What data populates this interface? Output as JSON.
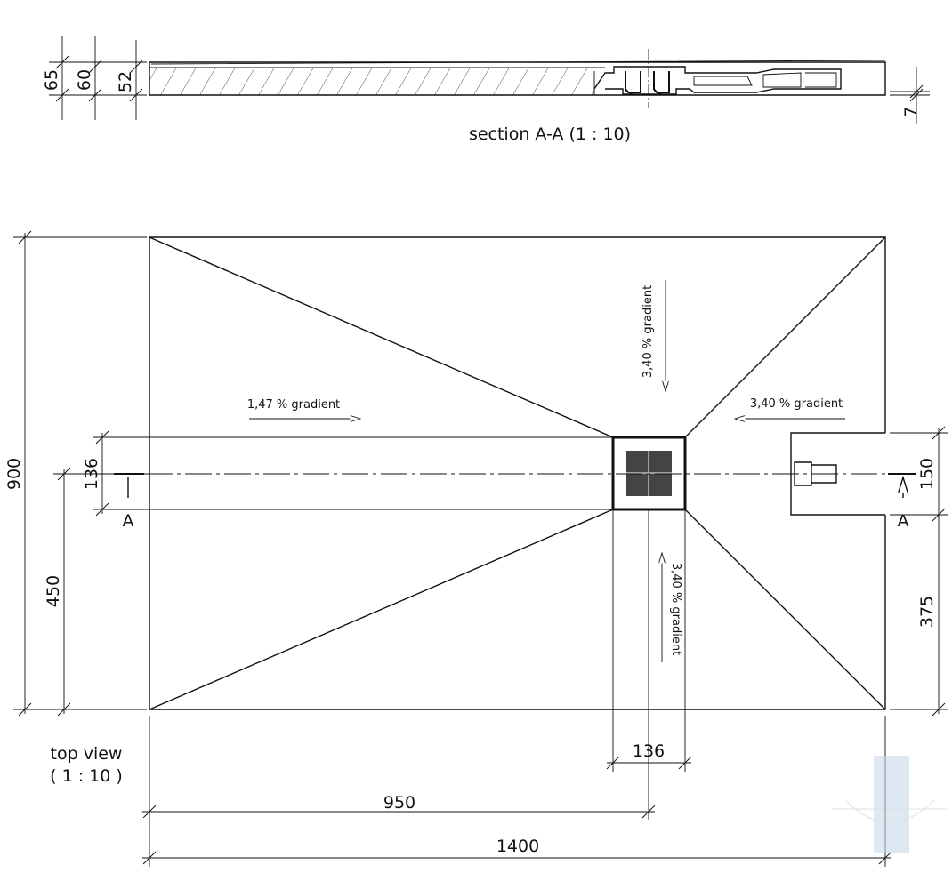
{
  "section": {
    "caption": "section A-A (1 : 10)",
    "dims": {
      "total_height": "65",
      "height_60": "60",
      "height_52": "52",
      "waste_offset": "7"
    }
  },
  "top_view": {
    "caption_line1": "top view",
    "caption_line2": "( 1 : 10 )",
    "dims": {
      "width_total": "900",
      "half_width": "450",
      "drain_left": "136",
      "waste_width": "150",
      "waste_offset": "375",
      "drain_bottom": "136",
      "drain_center": "950",
      "length_total": "1400"
    },
    "gradients": {
      "left": "1,47 % gradient",
      "top": "3,40 % gradient",
      "right": "3,40 % gradient",
      "bottom": "3,40 % gradient"
    },
    "section_marks": {
      "left": "A",
      "right": "A"
    }
  },
  "colors": {
    "line": "#111111",
    "watermark": "#c9d9ea"
  }
}
